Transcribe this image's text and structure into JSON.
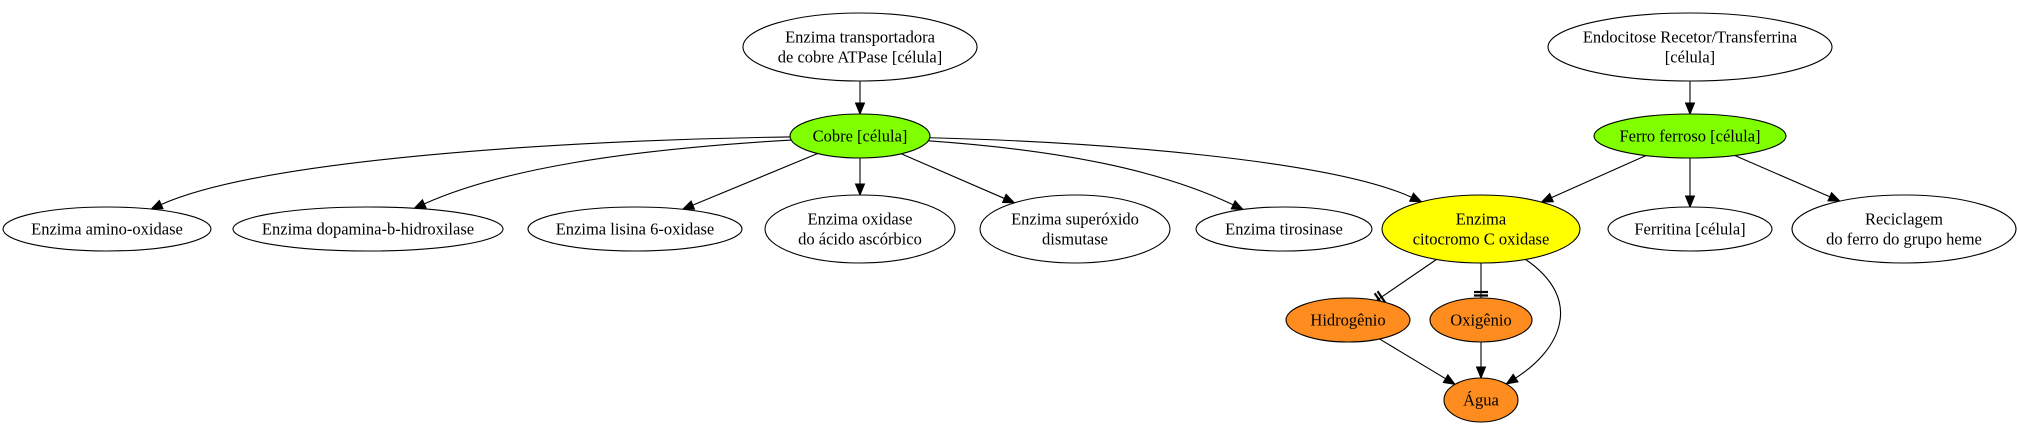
{
  "diagram": {
    "nodes": [
      {
        "id": "atpase",
        "lines": [
          "Enzima transportadora",
          "de cobre ATPase [célula]"
        ],
        "fill": "#ffffff"
      },
      {
        "id": "endo",
        "lines": [
          "Endocitose Recetor/Transferrina",
          "[célula]"
        ],
        "fill": "#ffffff"
      },
      {
        "id": "cobre",
        "lines": [
          "Cobre [célula]"
        ],
        "fill": "#7fff00"
      },
      {
        "id": "ferro",
        "lines": [
          "Ferro ferroso [célula]"
        ],
        "fill": "#7fff00"
      },
      {
        "id": "amino",
        "lines": [
          "Enzima amino-oxidase"
        ],
        "fill": "#ffffff"
      },
      {
        "id": "dopa",
        "lines": [
          "Enzima dopamina-b-hidroxilase"
        ],
        "fill": "#ffffff"
      },
      {
        "id": "lisina",
        "lines": [
          "Enzima lisina 6-oxidase"
        ],
        "fill": "#ffffff"
      },
      {
        "id": "ascorb",
        "lines": [
          "Enzima oxidase",
          "do ácido ascórbico"
        ],
        "fill": "#ffffff"
      },
      {
        "id": "superox",
        "lines": [
          "Enzima superóxido",
          "dismutase"
        ],
        "fill": "#ffffff"
      },
      {
        "id": "tiro",
        "lines": [
          "Enzima tirosinase"
        ],
        "fill": "#ffffff"
      },
      {
        "id": "citocromo",
        "lines": [
          "Enzima",
          "citocromo C oxidase"
        ],
        "fill": "#ffff00"
      },
      {
        "id": "ferritina",
        "lines": [
          "Ferritina [célula]"
        ],
        "fill": "#ffffff"
      },
      {
        "id": "recicl",
        "lines": [
          "Reciclagem",
          "do ferro do grupo heme"
        ],
        "fill": "#ffffff"
      },
      {
        "id": "hidro",
        "lines": [
          "Hidrogênio"
        ],
        "fill": "#ff8c1e"
      },
      {
        "id": "oxi",
        "lines": [
          "Oxigênio"
        ],
        "fill": "#ff8c1e"
      },
      {
        "id": "agua",
        "lines": [
          "Água"
        ],
        "fill": "#ff8c1e"
      }
    ],
    "edges": [
      {
        "from": "atpase",
        "to": "cobre",
        "head": "arrow"
      },
      {
        "from": "endo",
        "to": "ferro",
        "head": "arrow"
      },
      {
        "from": "cobre",
        "to": "amino",
        "head": "arrow"
      },
      {
        "from": "cobre",
        "to": "dopa",
        "head": "arrow"
      },
      {
        "from": "cobre",
        "to": "lisina",
        "head": "arrow"
      },
      {
        "from": "cobre",
        "to": "ascorb",
        "head": "arrow"
      },
      {
        "from": "cobre",
        "to": "superox",
        "head": "arrow"
      },
      {
        "from": "cobre",
        "to": "tiro",
        "head": "arrow"
      },
      {
        "from": "cobre",
        "to": "citocromo",
        "head": "arrow"
      },
      {
        "from": "ferro",
        "to": "citocromo",
        "head": "arrow"
      },
      {
        "from": "ferro",
        "to": "ferritina",
        "head": "arrow"
      },
      {
        "from": "ferro",
        "to": "recicl",
        "head": "arrow"
      },
      {
        "from": "citocromo",
        "to": "hidro",
        "head": "tee"
      },
      {
        "from": "citocromo",
        "to": "oxi",
        "head": "tee"
      },
      {
        "from": "citocromo",
        "to": "agua",
        "head": "arrow"
      },
      {
        "from": "hidro",
        "to": "agua",
        "head": "arrow"
      },
      {
        "from": "oxi",
        "to": "agua",
        "head": "arrow"
      }
    ],
    "colors": {
      "stroke": "#000000",
      "green": "#7fff00",
      "yellow": "#ffff00",
      "orange": "#ff8c1e"
    }
  }
}
